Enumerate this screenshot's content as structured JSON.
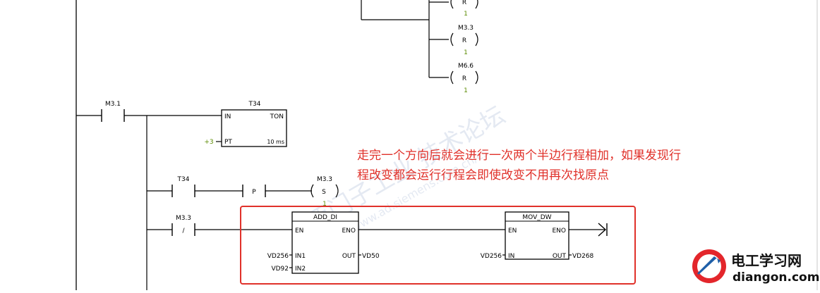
{
  "network_top": {
    "coils": [
      {
        "operand": "",
        "type": "R",
        "count": "1"
      },
      {
        "operand": "M3.3",
        "type": "R",
        "count": "1"
      },
      {
        "operand": "M6.6",
        "type": "R",
        "count": "1"
      }
    ]
  },
  "rung_timer": {
    "contact": "M3.1",
    "timer": {
      "name": "T34",
      "type": "TON",
      "in": "IN",
      "pt": "PT",
      "pt_value": "+3",
      "resolution": "10 ms"
    }
  },
  "rung_pulse": {
    "contact": "T34",
    "p_label": "P",
    "coil": {
      "operand": "M3.3",
      "type": "S",
      "count": "1"
    }
  },
  "rung_math": {
    "contact": "M3.3",
    "contact_symbol": "/",
    "add_block": {
      "title": "ADD_DI",
      "en": "EN",
      "eno": "ENO",
      "in1": "IN1",
      "in2": "IN2",
      "out": "OUT",
      "in1_value": "VD256",
      "in2_value": "VD92",
      "out_value": "VD50"
    },
    "mov_block": {
      "title": "MOV_DW",
      "en": "EN",
      "eno": "ENO",
      "in": "IN",
      "out": "OUT",
      "in_value": "VD256",
      "out_value": "VD268"
    }
  },
  "annotation": {
    "line1": "走完一个方向后就会进行一次两个半边行程相加，如果发现行",
    "line2": "程改变都会运行行程会即使改变不用再次找原点",
    "color": "#e0312a"
  },
  "watermark": {
    "site_cn": "电工学习网",
    "site_url": "diangon.com",
    "forum_text": "西门子工业 技术论坛",
    "forum_url": "www.ad.siemens.com.cn/cs"
  }
}
